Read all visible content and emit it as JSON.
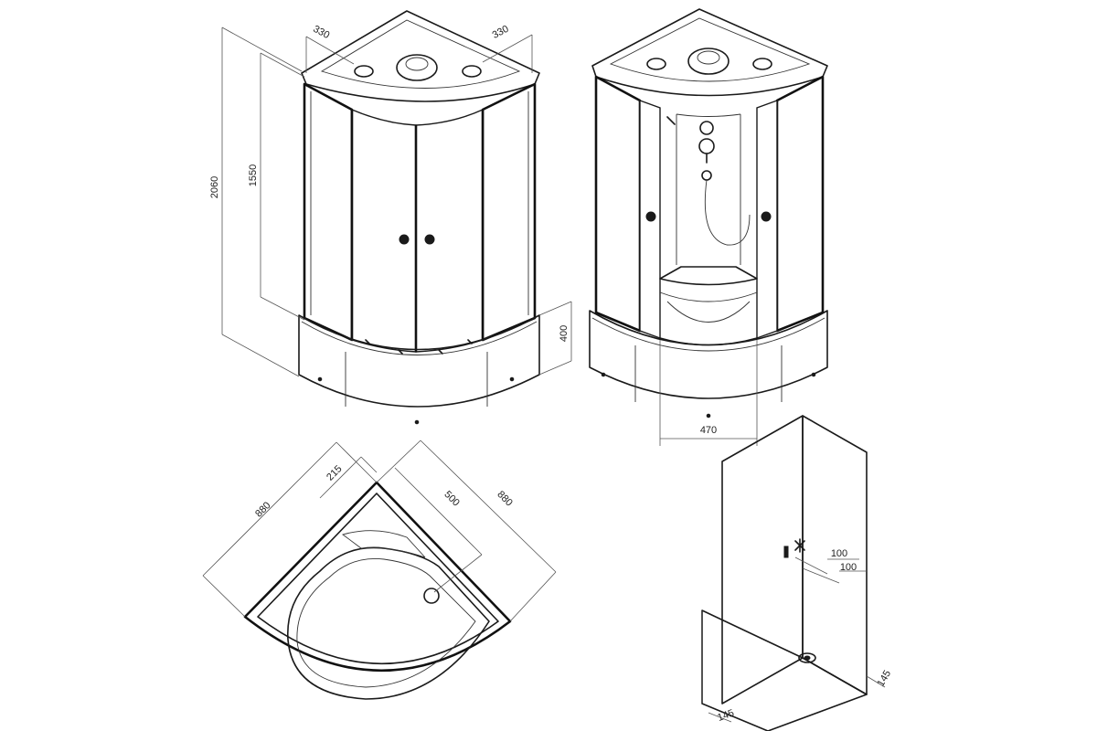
{
  "dimensions": {
    "height_total": "2060",
    "height_glass": "1550",
    "roof_depth_left": "330",
    "roof_depth_right": "330",
    "tray_height": "400",
    "door_width": "470",
    "plan_width_left": "880",
    "plan_width_right": "880",
    "plan_drain_offset": "215",
    "plan_drain_depth": "500",
    "pipe_offset_a": "100",
    "pipe_offset_b": "100",
    "drain_offset_a": "145",
    "drain_offset_b": "145"
  },
  "icons": {
    "hot_water": "thermometer-icon",
    "cold_water": "snowflake-icon"
  }
}
